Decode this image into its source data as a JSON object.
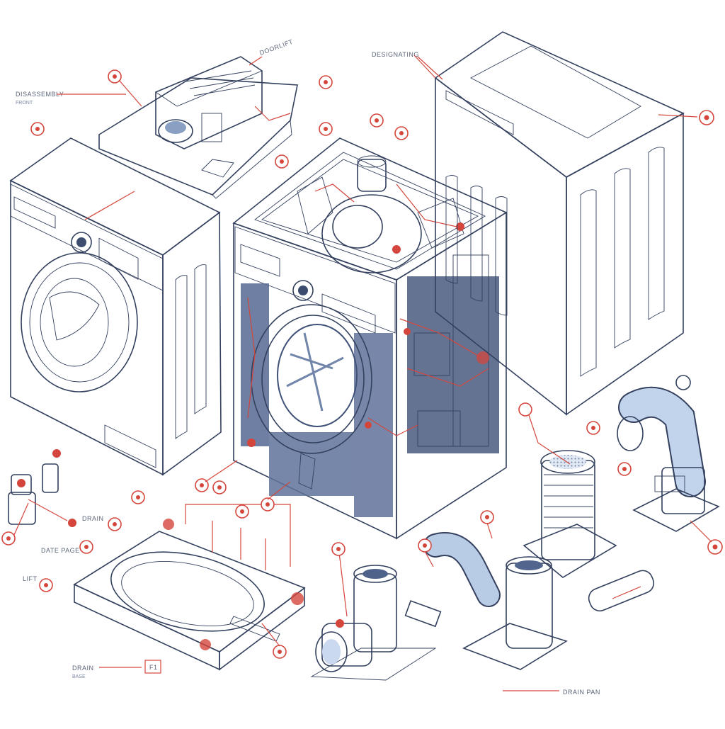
{
  "labels": {
    "top_center": "DESIGNATING",
    "top_right": "DOORLIFT",
    "left_header_line1": "DISASSEMBLY",
    "left_header_line2": "FRONT",
    "mid_left_a": "DRAIN",
    "mid_left_b": "DATE PAGE",
    "lower_left": "LIFT",
    "bottom_left_line1": "DRAIN",
    "bottom_left_line2": "BASE",
    "bottom_left_tag": "F1",
    "bottom_right": "DRAIN PAN"
  },
  "colors": {
    "outline": "#33405e",
    "panel_light": "#e6f0fb",
    "panel_mid": "#c9dcf2",
    "panel_dark": "#9fb8d9",
    "accent_red": "#d4463c"
  }
}
